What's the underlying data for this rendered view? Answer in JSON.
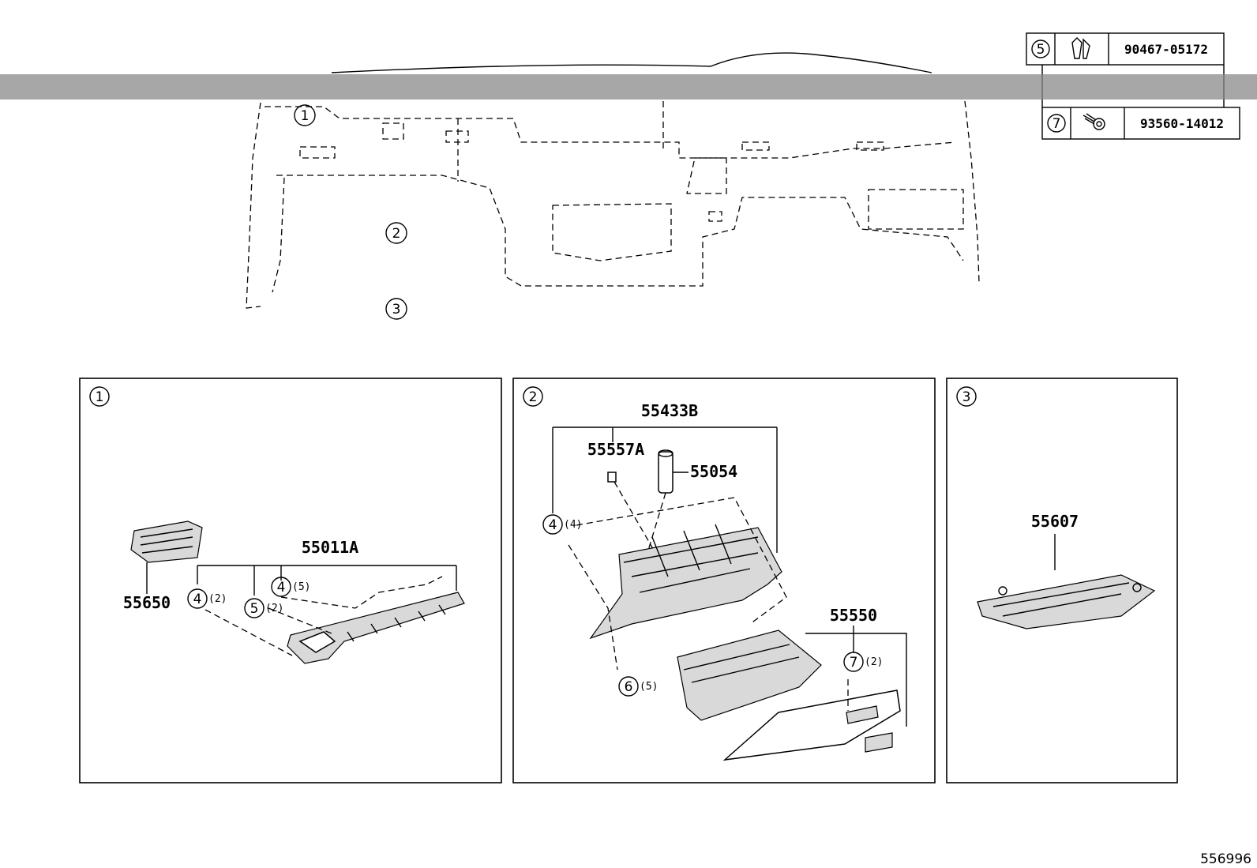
{
  "fastener_table": {
    "rows": [
      {
        "ref": "5",
        "icon": "clip-icon",
        "part_no": "90467-05172"
      },
      {
        "ref": "7",
        "icon": "screw-icon",
        "part_no": "93560-14012"
      }
    ]
  },
  "overview": {
    "callouts": [
      "1",
      "2",
      "3"
    ]
  },
  "panel1": {
    "ref": "1",
    "parts": {
      "p55650": "55650",
      "p55011A": "55011A"
    },
    "callouts": [
      {
        "ref": "4",
        "qty": "(2)"
      },
      {
        "ref": "5",
        "qty": "(2)"
      },
      {
        "ref": "4",
        "qty": "(5)"
      }
    ]
  },
  "panel2": {
    "ref": "2",
    "parts": {
      "p55433B": "55433B",
      "p55557A": "55557A",
      "p55054": "55054",
      "p55550": "55550"
    },
    "callouts": [
      {
        "ref": "4",
        "qty": "(4)"
      },
      {
        "ref": "6",
        "qty": "(5)"
      },
      {
        "ref": "7",
        "qty": "(2)"
      }
    ]
  },
  "panel3": {
    "ref": "3",
    "parts": {
      "p55607": "55607"
    }
  },
  "illustration_no": "556996"
}
